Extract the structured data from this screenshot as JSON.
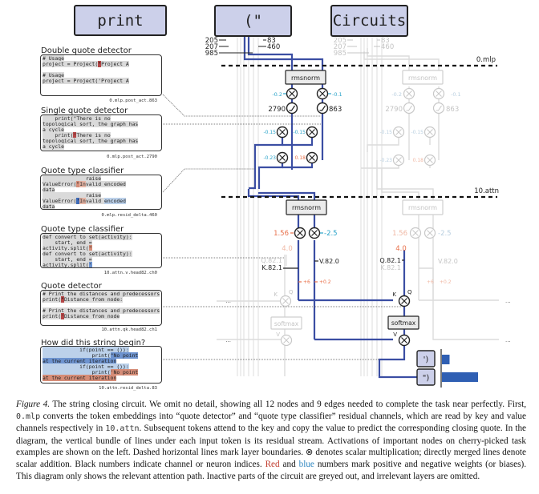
{
  "tokens": [
    {
      "label": "print",
      "active": true
    },
    {
      "label": "(\"",
      "active": true
    },
    {
      "label": "Circuits",
      "active": false
    }
  ],
  "output_tokens": [
    {
      "label": "')",
      "prob": 0.08
    },
    {
      "label": "\")",
      "prob": 0.38
    }
  ],
  "layers": [
    "0.mlp",
    "10.attn"
  ],
  "embedding_channels": {
    "left": [
      "205",
      "207",
      "985"
    ],
    "right": [
      "83",
      "460"
    ]
  },
  "nodes": {
    "rmsnorm": "rmsnorm",
    "softmax": "softmax",
    "mlp_weights_in": [
      "-0.2",
      "-0.1"
    ],
    "neurons": [
      "2790",
      "863"
    ],
    "mlp_out_weights_row1": [
      "-0.15",
      "-0.15"
    ],
    "mlp_out_weights_row2": [
      "-0.23",
      "0.18"
    ],
    "attn_norm_weights": [
      "1.56",
      "-2.5"
    ],
    "q_bias": "4.0",
    "channels": {
      "q": "Q.82.1",
      "k": "K.82.1",
      "v": "V.82.0"
    },
    "k_bias": "+6",
    "v_bias": "+0.2",
    "labels": {
      "k": "K",
      "q": "Q",
      "v": "V"
    },
    "ellipsis": "..."
  },
  "panels": [
    {
      "title": "Double quote detector",
      "label": "0.mlp.post_act.863",
      "examples": [
        [
          [
            "# Usage",
            "hl"
          ]
        ],
        [
          [
            "project = Project(",
            "hl"
          ],
          [
            "\"",
            "hr"
          ],
          [
            "Project A",
            "hl"
          ]
        ],
        [
          [
            "",
            ""
          ]
        ],
        [
          [
            "# Usage",
            "hl"
          ]
        ],
        [
          [
            "project = Project(",
            "hl"
          ],
          [
            "'",
            "hl"
          ],
          [
            "Project A",
            "hl"
          ]
        ]
      ]
    },
    {
      "title": "Single quote detector",
      "label": "0.mlp.post_act.2790",
      "examples": [
        [
          [
            "    print(",
            "hl"
          ],
          [
            "\"",
            "hl"
          ],
          [
            "There is no",
            "hl"
          ]
        ],
        [
          [
            "topological sort, the graph has",
            "hl"
          ]
        ],
        [
          [
            "a cycle",
            "hl"
          ]
        ],
        [
          [
            "    print(",
            "hl"
          ],
          [
            "'",
            "hr"
          ],
          [
            "There is no",
            "hl"
          ]
        ],
        [
          [
            "topological sort, the graph has",
            "hl"
          ]
        ],
        [
          [
            "a cycle",
            "hl"
          ]
        ]
      ]
    },
    {
      "title": "Quote type classifier",
      "label": "0.mlp.resid_delta.460",
      "examples": [
        [
          [
            "              raise",
            "hl"
          ]
        ],
        [
          [
            "ValueError(",
            "hl"
          ],
          [
            "\"",
            "hr-m"
          ],
          [
            "In",
            "hr-l"
          ],
          [
            "valid encoded",
            "hl"
          ]
        ],
        [
          [
            "data",
            "hl"
          ]
        ],
        [
          [
            "              raise",
            "hl"
          ]
        ],
        [
          [
            "ValueError(",
            "hl"
          ],
          [
            "'",
            "hb"
          ],
          [
            "In",
            "hr-l"
          ],
          [
            "valid ",
            "hl"
          ],
          [
            "encoded",
            "hb-l"
          ]
        ],
        [
          [
            "data",
            "hl"
          ]
        ]
      ]
    },
    {
      "title": "Quote type classifier",
      "label": "10.attn.v.head82.ch0",
      "examples": [
        [
          [
            "def convert to set(activity):",
            "hl"
          ]
        ],
        [
          [
            "    start, end =",
            "hl"
          ]
        ],
        [
          [
            "activity.split(",
            "hl"
          ],
          [
            "\"",
            "hr-m"
          ]
        ],
        [
          [
            "def convert to set(activity):",
            "hl"
          ]
        ],
        [
          [
            "    start, end =",
            "hl"
          ]
        ],
        [
          [
            "activity.split(",
            "hl"
          ],
          [
            "'",
            "hb-m"
          ]
        ]
      ]
    },
    {
      "title": "Quote detector",
      "label": "10.attn.qk.head82.ch1",
      "examples": [
        [
          [
            "# Print the distances and predecessors",
            "hl"
          ]
        ],
        [
          [
            "print(",
            "hl"
          ],
          [
            "\"",
            "hr"
          ],
          [
            "Distance from node:",
            "hl"
          ]
        ],
        [
          [
            "",
            ""
          ]
        ],
        [
          [
            "# Print the distances and predecessors",
            "hl"
          ]
        ],
        [
          [
            "print(",
            "hl"
          ],
          [
            "'",
            "hr"
          ],
          [
            "Distance from node",
            "hl"
          ]
        ]
      ]
    },
    {
      "title": "How did this string begin?",
      "label": "10.attn.resid_delta.83",
      "examples": [
        [
          [
            "            if(point == ()):",
            "hb-l"
          ]
        ],
        [
          [
            "                print(",
            "hb-l"
          ],
          [
            "\"No point",
            "hb-m"
          ]
        ],
        [
          [
            "at the current iteration",
            "hb-m"
          ]
        ],
        [
          [
            "            if(point == ()):",
            "hb-l"
          ]
        ],
        [
          [
            "                print(",
            "hb-l"
          ],
          [
            "'No point",
            "hr-m"
          ]
        ],
        [
          [
            "at the current iteration",
            "hr-m"
          ]
        ]
      ]
    }
  ],
  "caption": {
    "figure_label": "Figure 4.",
    "parts": [
      {
        "t": " The string closing circuit. We omit no detail, showing all 12 nodes and 9 edges needed to complete the task near perfectly. First, ",
        "s": ""
      },
      {
        "t": "0.mlp",
        "s": "mono"
      },
      {
        "t": " converts the token embeddings into “quote detector” and “quote type classifier” residual channels, which are read by key and value channels respectively in ",
        "s": ""
      },
      {
        "t": "10.attn",
        "s": "mono"
      },
      {
        "t": ". Subsequent tokens attend to the key and copy the value to predict the corresponding closing quote. In the diagram, the vertical bundle of lines under each input token is its residual stream. Activations of important nodes on cherry-picked task examples are shown on the left. Dashed horizontal lines mark layer boundaries. ⊗ denotes scalar multiplication; directly merged lines denote scalar addition. Black numbers indicate channel or neuron indices. ",
        "s": ""
      },
      {
        "t": "Red",
        "s": "red"
      },
      {
        "t": " and ",
        "s": ""
      },
      {
        "t": "blue",
        "s": "blue"
      },
      {
        "t": " numbers mark positive and negative weights (or biases). This diagram only shows the relevant attention path. Inactive parts of the circuit are greyed out, and irrelevant layers are omitted.",
        "s": ""
      }
    ]
  },
  "colors": {
    "token_fill": "#ccd0ea",
    "active_wire": "#3b4ea3",
    "inactive_wire": "#dcdcdc",
    "positive": "#e8704a",
    "negative": "#2aa3c9",
    "red_highlight": "#b34747",
    "blue_highlight": "#3e6bb8"
  }
}
